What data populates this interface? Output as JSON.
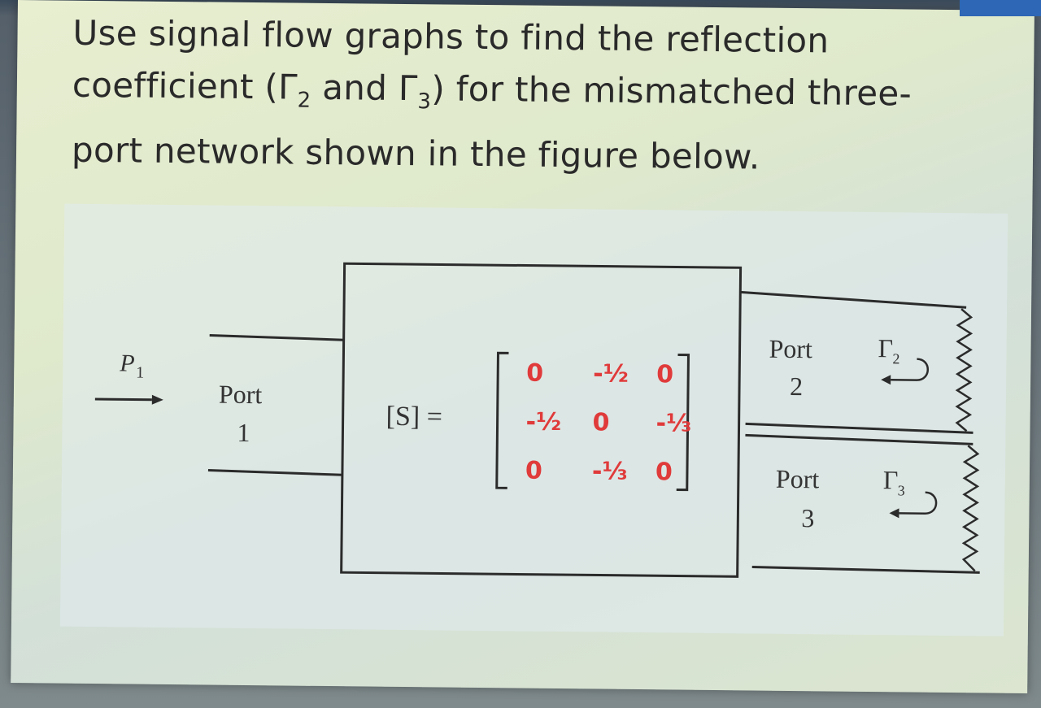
{
  "question": {
    "part1": "Use signal flow graphs to find the reflection coefficient (Γ",
    "sub1": "2",
    "part2": " and Γ",
    "sub2": "3",
    "part3": ") for the mismatched three-port network shown in the figure below."
  },
  "figure": {
    "incident_power": "P",
    "incident_power_sub": "1",
    "port1": {
      "word": "Port",
      "number": "1"
    },
    "port2": {
      "word": "Port",
      "number": "2",
      "gamma": "Γ",
      "gamma_sub": "2"
    },
    "port3": {
      "word": "Port",
      "number": "3",
      "gamma": "Γ",
      "gamma_sub": "3"
    },
    "s_matrix_label": "[S] =",
    "s_matrix": [
      [
        "0",
        "-½",
        "0"
      ],
      [
        "-½",
        "0",
        "-⅓"
      ],
      [
        "0",
        "-⅓",
        "0"
      ]
    ],
    "ink_color": "#e03a3a",
    "line_color": "#2b2b2b"
  }
}
